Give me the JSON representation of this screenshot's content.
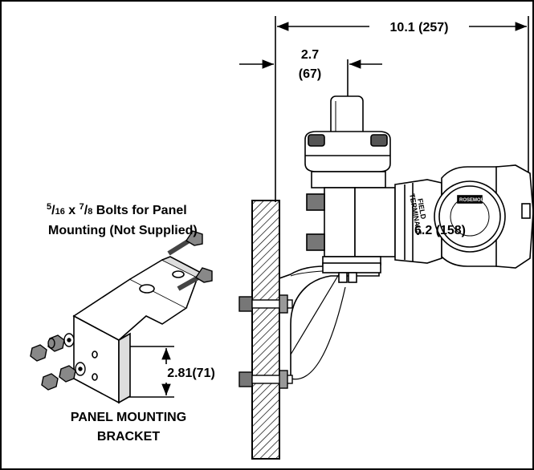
{
  "dimensions": {
    "overall_width": "10.1 (257)",
    "offset_top_line1": "2.7",
    "offset_top_line2": "(67)",
    "bracket_right": "6.2 (158)",
    "bracket_height": "2.81(71)"
  },
  "bolts_note": {
    "size_a_num": "5",
    "size_a_den": "16",
    "mid": " x ",
    "size_b_num": "7",
    "size_b_den": "8",
    "line1_tail": " Bolts for Panel",
    "line2": "Mounting (Not Supplied)"
  },
  "bracket_caption": {
    "line1": "PANEL MOUNTING",
    "line2": "BRACKET"
  },
  "transmitter_text": {
    "terminal_line1": "FIELD",
    "terminal_line2": "TERMINALS",
    "brand": "ROSEMOUNT"
  },
  "colors": {
    "ink": "#000000",
    "background": "#ffffff",
    "hatch": "#000000"
  }
}
